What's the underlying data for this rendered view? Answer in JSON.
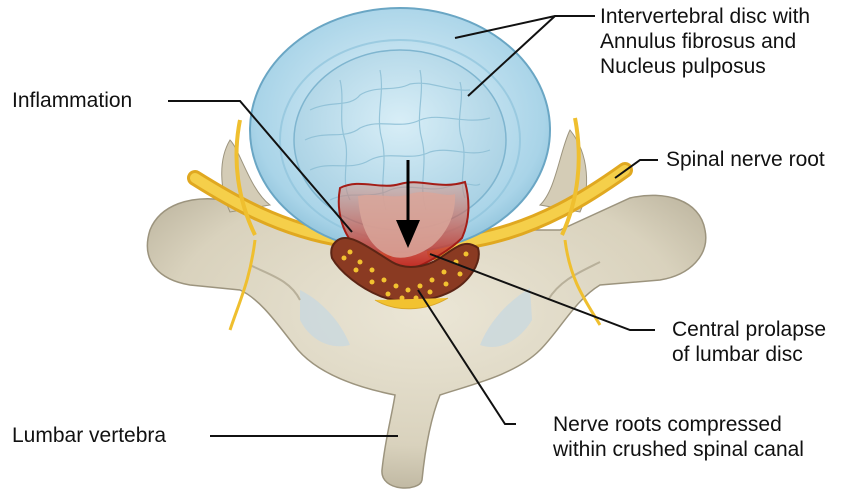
{
  "labels": {
    "disc": [
      "Intervertebral disc with",
      "Annulus fibrosus and",
      "Nucleus pulposus"
    ],
    "inflammation": "Inflammation",
    "nerve_root": "Spinal nerve root",
    "prolapse": [
      "Central prolapse",
      "of lumbar disc"
    ],
    "compressed": [
      "Nerve roots compressed",
      "within crushed spinal canal"
    ],
    "vertebra": "Lumbar vertebra"
  },
  "colors": {
    "bone": "#dcd6c3",
    "bone_shadow": "#b8b09a",
    "disc_ring": "#a9d4e8",
    "nucleus": "#c3e2ef",
    "nerve": "#f2c230",
    "inflammation": "#c0261e",
    "canal": "#8a3a22",
    "leader": "#111111"
  }
}
